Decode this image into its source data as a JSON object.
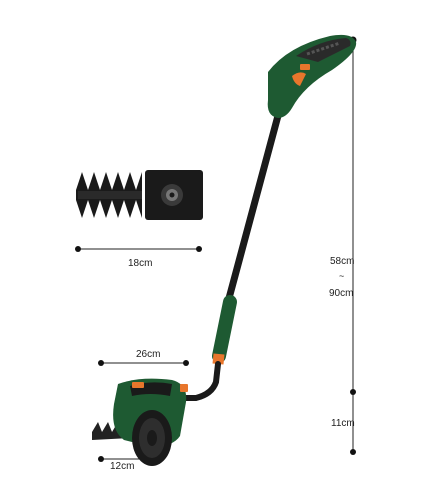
{
  "dimensions": {
    "blade_width": "18cm",
    "shear_head_length": "26cm",
    "shear_head_width": "12cm",
    "handle_length_min": "58cm",
    "range_separator": "~",
    "handle_length_max": "90cm",
    "wheel_height": "11cm"
  },
  "colors": {
    "body_green": "#1e5a32",
    "accent_orange": "#e8762c",
    "pole_black": "#1a1a1a"
  }
}
